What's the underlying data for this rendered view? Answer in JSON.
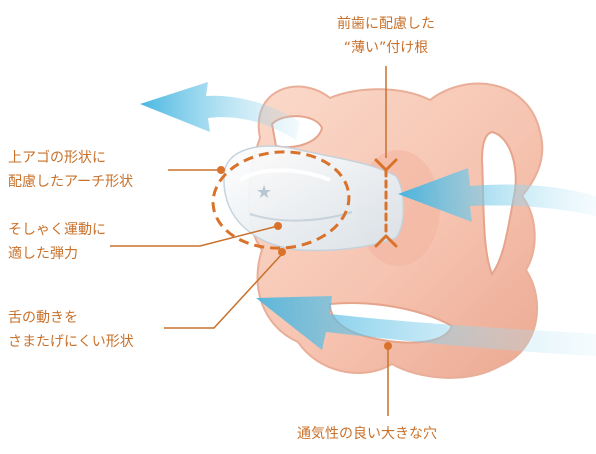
{
  "labels": {
    "front_teeth": {
      "line1": "前歯に配慮した",
      "line2": "“薄い”付け根"
    },
    "arch_shape": {
      "line1": "上アゴの形状に",
      "line2": "配慮したアーチ形状"
    },
    "elasticity": {
      "line1": "そしゃく運動に",
      "line2": "適した弾力"
    },
    "tongue": {
      "line1": "舌の動きを",
      "line2": "さまたげにくい形状"
    },
    "air_holes": {
      "line1": "通気性の良い大きな穴"
    }
  },
  "colors": {
    "callout": "#c8712b",
    "shield": "#f6c7b5",
    "shield_shadow": "#e9ae98",
    "arrow": "#5cc0e4",
    "nipple": "#eef3f7"
  }
}
